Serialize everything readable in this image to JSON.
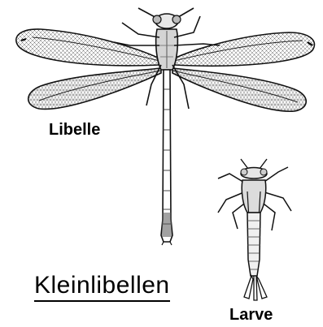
{
  "caption": "Kleinlibellen",
  "labels": {
    "adult": "Libelle",
    "larva": "Larve"
  }
}
